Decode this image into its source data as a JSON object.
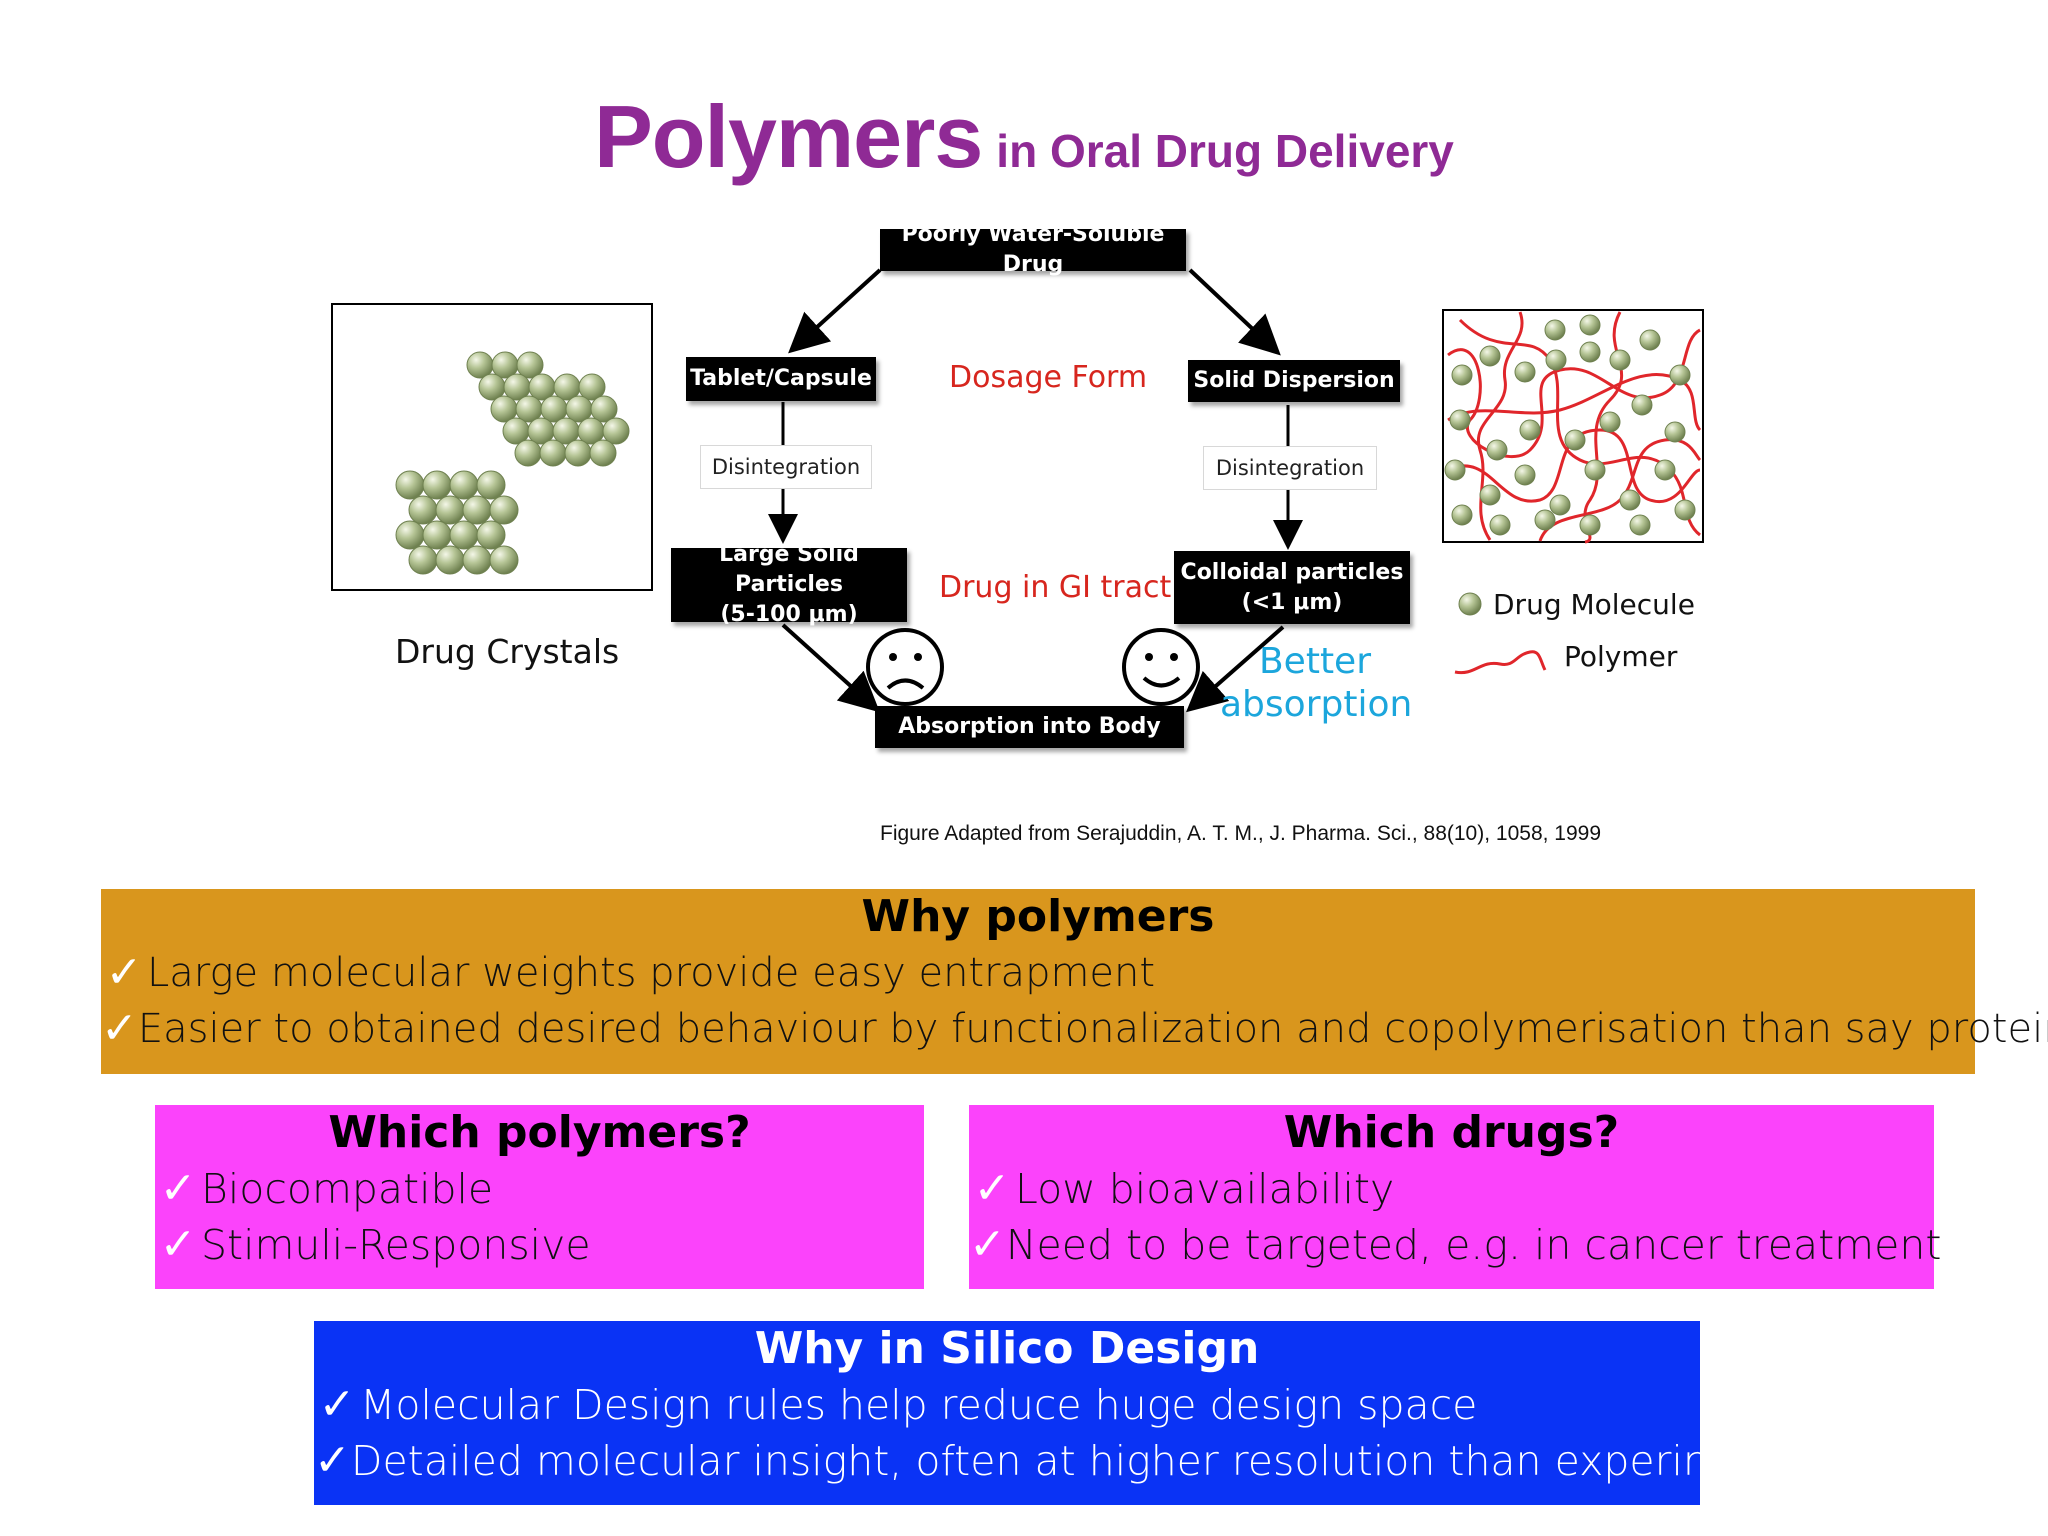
{
  "title": {
    "main": "Polymers",
    "sub": "in Oral Drug Delivery"
  },
  "diagram": {
    "nodes": {
      "top": "Poorly Water-Soluble Drug",
      "left_form": "Tablet/Capsule",
      "right_form": "Solid Dispersion",
      "left_particles": "Large Solid Particles\n(5-100 μm)",
      "right_particles": "Colloidal particles\n(<1 μm)",
      "bottom": "Absorption into Body"
    },
    "left_step": "Disintegration",
    "right_step": "Disintegration",
    "dosage_form_label": "Dosage Form",
    "gi_tract_label": "Drug in GI tract",
    "better_absorption": "Better\nabsorption",
    "drug_crystals_caption": "Drug Crystals",
    "legend": {
      "drug_molecule": "Drug Molecule",
      "polymer": "Polymer"
    },
    "credit": "Figure Adapted from Serajuddin, A. T. M., J. Pharma. Sci., 88(10), 1058, 1999",
    "colors": {
      "title": "#8f2a95",
      "red_label": "#d7261e",
      "cyan_label": "#1ca6dc",
      "sphere": "#a9b987",
      "polymer": "#e0262b"
    },
    "icons": [
      "sad-face-icon",
      "smiley-face-icon",
      "sphere-icon",
      "polymer-chain-icon"
    ]
  },
  "boxes": {
    "why_polymers": {
      "heading": "Why polymers",
      "items": [
        "Large molecular weights provide easy entrapment",
        "Easier to obtained desired behaviour by functionalization and copolymerisation than say proteins"
      ],
      "color": "#d9961d"
    },
    "which_polymers": {
      "heading": "Which polymers?",
      "items": [
        "Biocompatible",
        "Stimuli-Responsive"
      ],
      "color": "#fb43fb"
    },
    "which_drugs": {
      "heading": "Which drugs?",
      "items": [
        "Low bioavailability",
        "Need to be targeted, e.g. in cancer treatment"
      ],
      "color": "#fb43fb"
    },
    "why_silico": {
      "heading": "Why in Silico Design",
      "items": [
        "Molecular Design rules help reduce huge design space",
        "Detailed molecular insight, often at higher resolution than experiments"
      ],
      "color": "#0a33f5"
    },
    "check_icon": "check-icon"
  }
}
